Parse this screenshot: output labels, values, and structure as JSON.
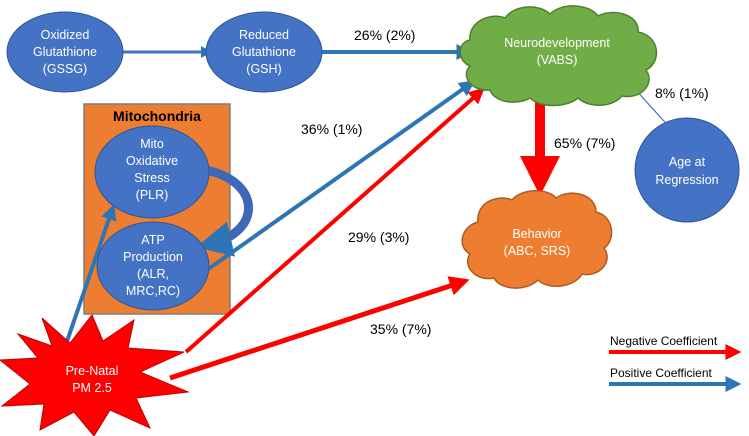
{
  "nodes": {
    "gssg": {
      "lines": [
        "Oxidized",
        "Glutathione",
        "(GSSG)"
      ]
    },
    "gsh": {
      "lines": [
        "Reduced",
        "Glutathione",
        "(GSH)"
      ]
    },
    "neuro": {
      "lines": [
        "Neurodevelopment",
        "(VABS)"
      ]
    },
    "behavior": {
      "lines": [
        "Behavior",
        "(ABC, SRS)"
      ]
    },
    "age": {
      "lines": [
        "Age at",
        "Regression"
      ]
    },
    "mito_box": {
      "title": "Mitochondria"
    },
    "mito_stress": {
      "lines": [
        "Mito",
        "Oxidative",
        "Stress",
        "(PLR)"
      ]
    },
    "atp": {
      "lines": [
        "ATP",
        "Production",
        "(ALR,",
        "MRC,RC)"
      ]
    },
    "pm25": {
      "lines": [
        "Pre-Natal",
        "PM 2.5"
      ]
    }
  },
  "edges": {
    "gsh_neuro": "26% (2%)",
    "age_neuro": "8% (1%)",
    "atp_neuro": "36% (1%)",
    "neuro_behavior": "65% (7%)",
    "pm_neuro": "29% (3%)",
    "pm_behavior": "35% (7%)"
  },
  "legend": {
    "negative": "Negative Coefficient",
    "positive": "Positive Coefficient"
  },
  "colors": {
    "node_blue": "#4472C4",
    "node_green": "#70AD47",
    "node_orange": "#ED7D31",
    "positive_arrow": "#2E75B6",
    "negative_arrow": "#FF0000",
    "pm_star": "#FF0000"
  }
}
